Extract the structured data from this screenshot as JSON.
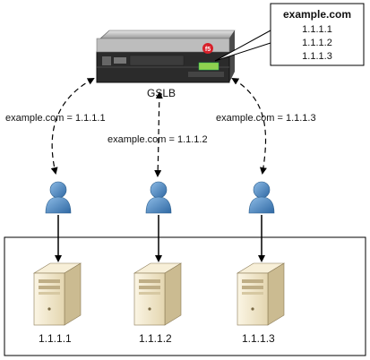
{
  "callout": {
    "title": "example.com",
    "records": [
      "1.1.1.1",
      "1.1.1.2",
      "1.1.1.3"
    ]
  },
  "gslb": {
    "label": "GSLB"
  },
  "responses": [
    "example.com = 1.1.1.1",
    "example.com = 1.1.1.2",
    "example.com = 1.1.1.3"
  ],
  "servers": [
    "1.1.1.1",
    "1.1.1.2",
    "1.1.1.3"
  ],
  "colors": {
    "user": "#5b94c9",
    "user_dark": "#2c5f8e",
    "server_body": "#f0e6cc",
    "server_side": "#c9b98f",
    "appliance": "#2b2b2b",
    "appliance_top": "#c9c9c9",
    "brand": "#d8202a",
    "lcd": "#8fd14f"
  },
  "icons": [
    "gslb-appliance-icon",
    "user-icon",
    "server-icon"
  ]
}
